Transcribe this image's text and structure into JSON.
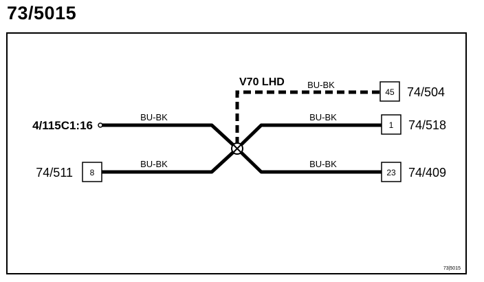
{
  "title": "73/5015",
  "variant_label": "V70 LHD",
  "splice_id": "73/5015",
  "left_terminal": {
    "label": "4/115C1:16"
  },
  "connections": [
    {
      "id": "top",
      "wire_color": "BU-BK",
      "pin": "45",
      "connector": "74/504",
      "dashed": true
    },
    {
      "id": "right-upper",
      "wire_color": "BU-BK",
      "pin": "1",
      "connector": "74/518"
    },
    {
      "id": "right-lower",
      "wire_color": "BU-BK",
      "pin": "23",
      "connector": "74/409"
    },
    {
      "id": "left-upper",
      "wire_color": "BU-BK",
      "terminal": "4/115C1:16"
    },
    {
      "id": "left-lower",
      "wire_color": "BU-BK",
      "pin": "8",
      "connector": "74/511"
    }
  ],
  "footer_ref": "73|5015"
}
